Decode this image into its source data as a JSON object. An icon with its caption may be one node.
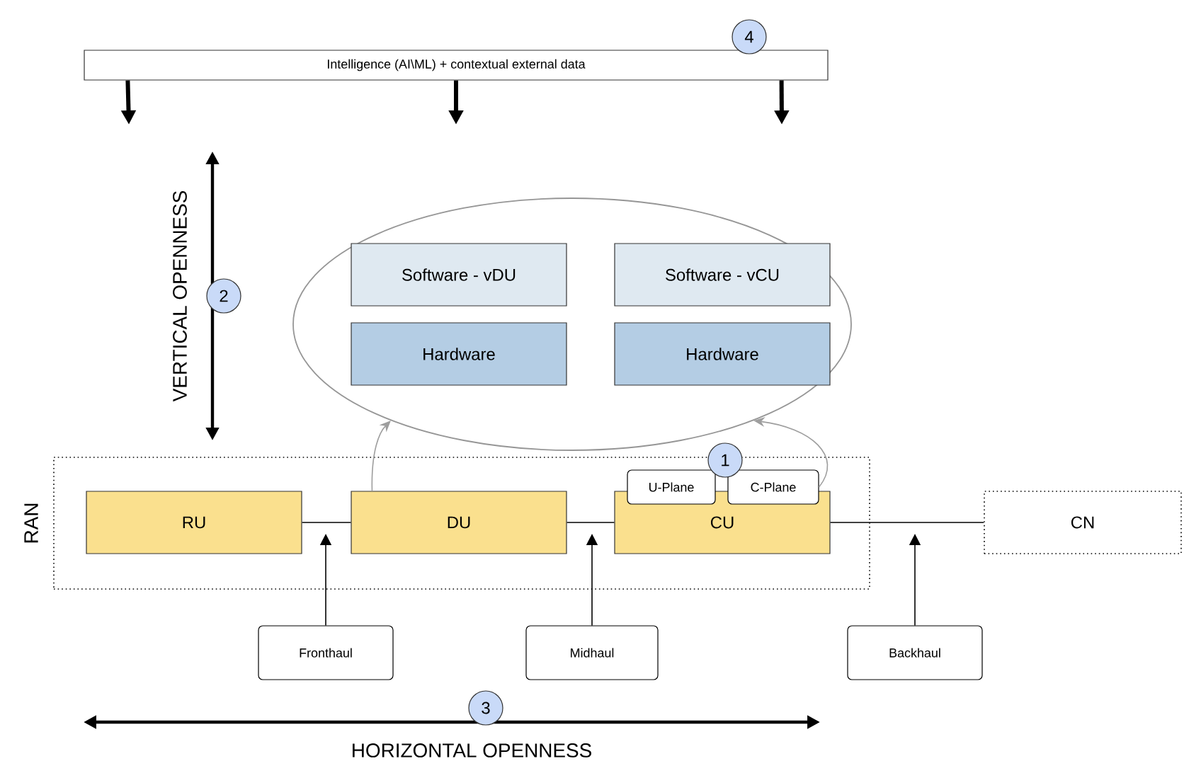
{
  "diagram": {
    "nodes": [
      {
        "text": [
          "Intelligence (AI\\ML) + contextual external data"
        ]
      },
      {
        "text": [
          "4"
        ]
      },
      {
        "text": [],
        "shape": "ellipse"
      },
      {
        "text": [
          "Software - vDU"
        ],
        "in": 2
      },
      {
        "text": [
          "Hardware"
        ],
        "in": 2
      },
      {
        "text": [
          "Software - vCU"
        ],
        "in": 2
      },
      {
        "text": [
          "Hardware"
        ],
        "in": 2
      },
      {
        "text": [
          "RAN"
        ]
      },
      {
        "text": [
          "RU"
        ],
        "in": 7
      },
      {
        "text": [
          "DU"
        ],
        "in": 7
      },
      {
        "text": [
          "CU"
        ],
        "in": 7
      },
      {
        "text": [
          "U-Plane"
        ],
        "in": 7
      },
      {
        "text": [
          "C-Plane"
        ],
        "in": 7
      },
      {
        "text": [
          "1"
        ]
      },
      {
        "text": [
          "CN"
        ]
      },
      {
        "text": [
          "Fronthaul"
        ]
      },
      {
        "text": [
          "Midhaul"
        ]
      },
      {
        "text": [
          "Backhaul"
        ]
      },
      {
        "text": [
          "2"
        ]
      },
      {
        "text": [
          "3"
        ]
      }
    ],
    "edges": [
      {
        "from": 0,
        "to": null,
        "arrow": "to",
        "style": "thick"
      },
      {
        "from": 0,
        "to": null,
        "arrow": "to",
        "style": "thick"
      },
      {
        "from": 0,
        "to": null,
        "arrow": "to",
        "style": "thick"
      },
      {
        "from": 9,
        "to": 2,
        "arrow": "to",
        "color": "#9e9e9e"
      },
      {
        "from": 12,
        "to": 2,
        "arrow": "to",
        "color": "#9e9e9e"
      },
      {
        "from": 8,
        "to": 9,
        "arrow": "none"
      },
      {
        "from": 9,
        "to": 10,
        "arrow": "none"
      },
      {
        "from": 10,
        "to": 14,
        "arrow": "none"
      },
      {
        "from": 15,
        "to": null,
        "arrow": "to"
      },
      {
        "from": 16,
        "to": null,
        "arrow": "to"
      },
      {
        "from": 17,
        "to": null,
        "arrow": "to"
      }
    ],
    "labels": [
      "VERTICAL OPENNESS",
      "HORIZONTAL OPENNESS"
    ]
  }
}
